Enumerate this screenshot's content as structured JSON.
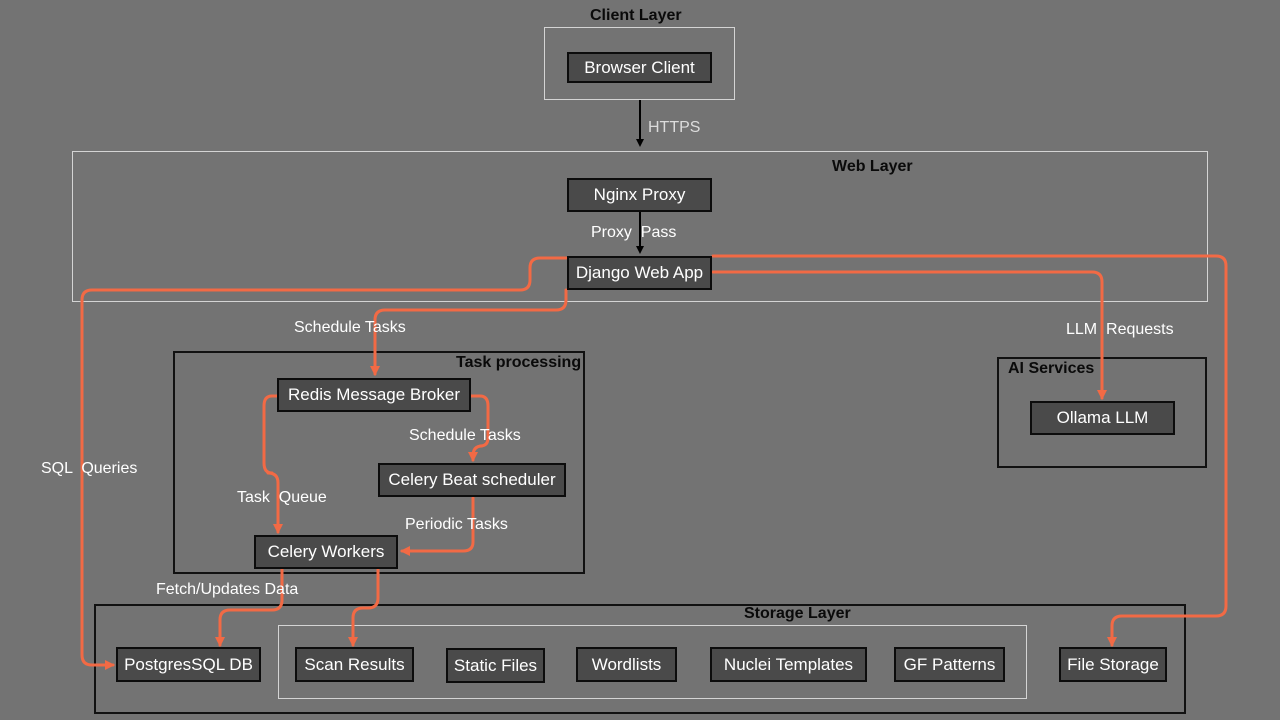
{
  "colors": {
    "background": "#737373",
    "node_fill": "#4a4a4a",
    "flow": "#f26a45",
    "dark_edge": "#000000"
  },
  "groups": {
    "client_layer": "Client Layer",
    "web_layer": "Web Layer",
    "task_processing": "Task processing",
    "ai_services": "AI Services",
    "storage_layer": "Storage Layer"
  },
  "nodes": {
    "browser_client": "Browser Client",
    "nginx_proxy": "Nginx Proxy",
    "django_web_app": "Django Web App",
    "redis_message_broker": "Redis Message Broker",
    "celery_beat_scheduler": "Celery Beat scheduler",
    "celery_workers": "Celery Workers",
    "ollama_llm": "Ollama LLM",
    "postgres_db": "PostgresSQL DB",
    "scan_results": "Scan Results",
    "static_files": "Static Files",
    "wordlists": "Wordlists",
    "nuclei_templates": "Nuclei Templates",
    "gf_patterns": "GF Patterns",
    "file_storage": "File Storage"
  },
  "edge_labels": {
    "https": "HTTPS",
    "proxy_pass": "Proxy  Pass",
    "schedule_tasks_top": "Schedule Tasks",
    "llm_requests": "LLM  Requests",
    "schedule_tasks_inner": "Schedule Tasks",
    "sql_queries": "SQL  Queries",
    "task_queue": "Task  Queue",
    "periodic_tasks": "Periodic Tasks",
    "fetch_updates_data": "Fetch/Updates Data"
  }
}
